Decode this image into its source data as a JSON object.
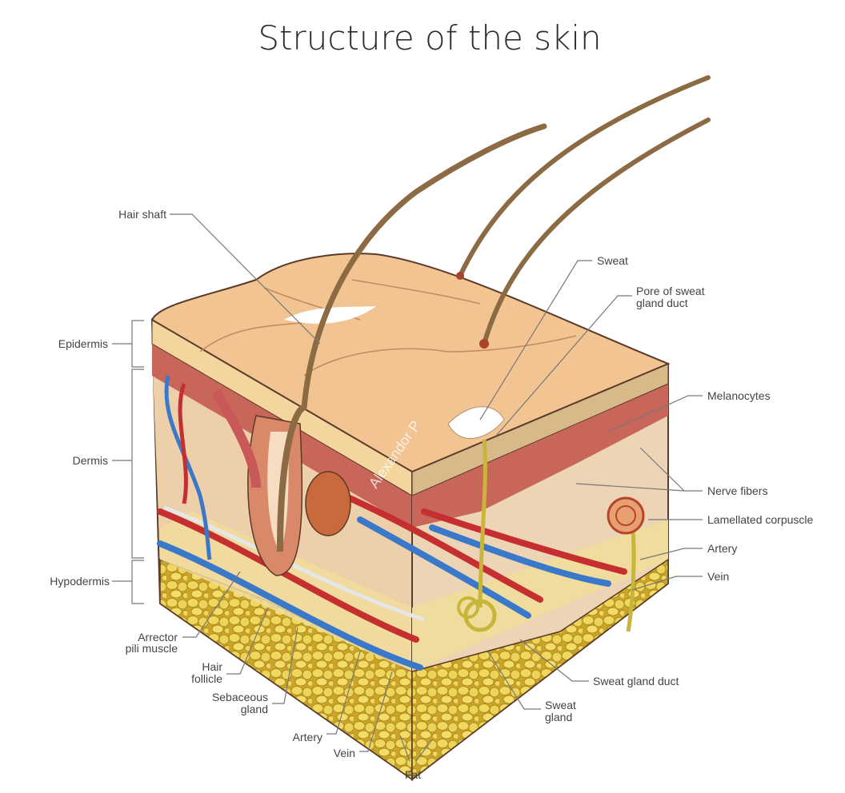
{
  "title": "Structure of the skin",
  "watermark": "Alexandor P",
  "colors": {
    "epidermis_top": "#f2c492",
    "dermis": "#e9b99a",
    "dermis_band": "#c9665a",
    "fat": "#ecd25a",
    "artery": "#c62f2f",
    "vein": "#3a78c9",
    "hair": "#8b6a44",
    "outline": "#5a3a28"
  },
  "labels": {
    "hair_shaft": "Hair shaft",
    "sweat": "Sweat",
    "pore": [
      "Pore of sweat",
      "gland duct"
    ],
    "epidermis": "Epidermis",
    "dermis": "Dermis",
    "hypodermis": "Hypodermis",
    "melanocytes": "Melanocytes",
    "nerve_fibers": "Nerve fibers",
    "lamellated": "Lamellated corpuscle",
    "artery_right": "Artery",
    "vein_right": "Vein",
    "arrector": [
      "Arrector",
      "pili muscle"
    ],
    "hair_follicle": [
      "Hair",
      "follicle"
    ],
    "sebaceous": [
      "Sebaceous",
      "gland"
    ],
    "artery_bottom": "Artery",
    "vein_bottom": "Vein",
    "fat": "Fat",
    "sweat_gland": [
      "Sweat",
      "gland"
    ],
    "sweat_gland_duct": "Sweat gland duct"
  }
}
